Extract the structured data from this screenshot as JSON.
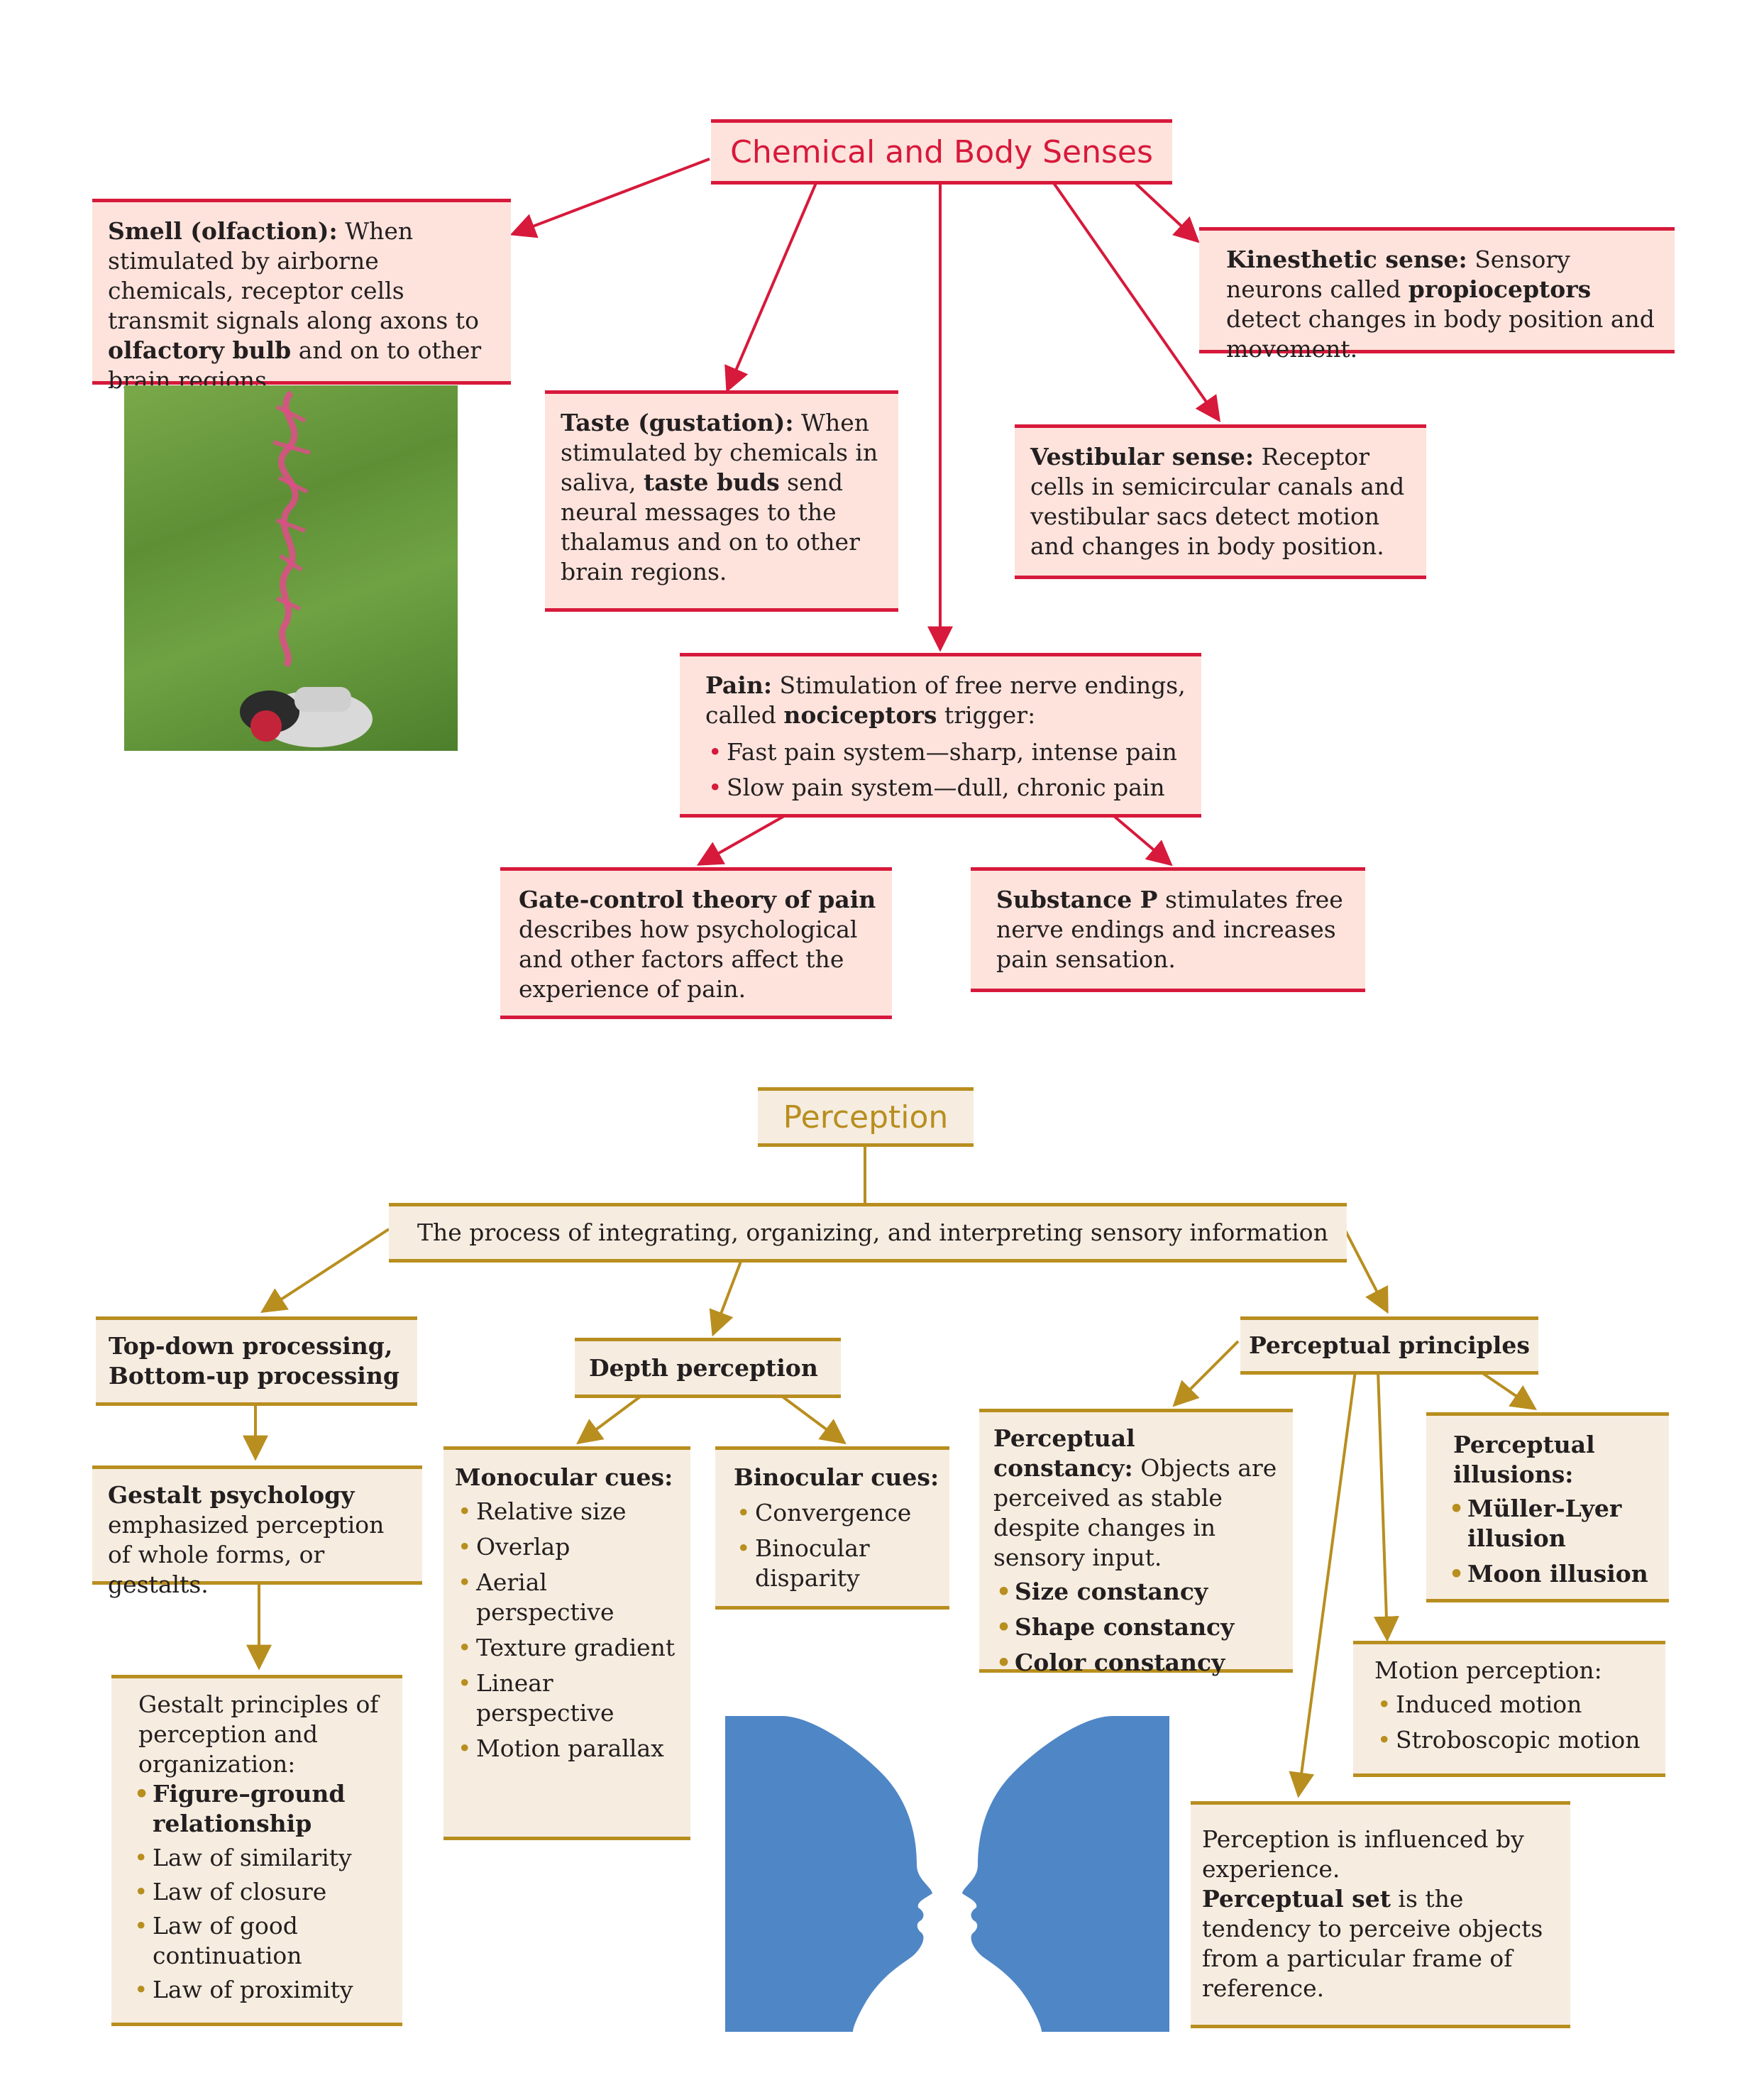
{
  "top": {
    "title": "Chemical and Body Senses",
    "smell": {
      "label": "Smell (olfaction):",
      "text1": " When stimulated by airborne chemicals, receptor cells transmit signals along axons to ",
      "bold": "olfactory bulb",
      "text2": " and on to other brain regions."
    },
    "taste": {
      "label": "Taste (gustation):",
      "text1": " When stimulated by chemicals in saliva, ",
      "bold": "taste buds",
      "text2": " send neural messages to the thalamus and on to other brain regions."
    },
    "kinesthetic": {
      "label": "Kinesthetic sense:",
      "text1": " Sensory neurons called ",
      "bold": "propioceptors",
      "text2": " detect changes in body position and movement."
    },
    "vestibular": {
      "label": "Vestibular sense:",
      "text1": " Receptor cells in semicircular canals and vestibular sacs detect motion and changes in body position."
    },
    "pain": {
      "label": "Pain:",
      "text1": " Stimulation of free nerve endings, called ",
      "bold": "nociceptors",
      "text2": " trigger:",
      "items": [
        "Fast pain system—sharp, intense pain",
        "Slow pain system—dull, chronic pain"
      ]
    },
    "gate": {
      "label": "Gate-control theory of pain",
      "text1": " describes how psychological and other factors affect the experience of pain."
    },
    "substance": {
      "label": "Substance P",
      "text1": " stimulates free nerve endings and increases pain sensation."
    }
  },
  "bottom": {
    "title": "Perception",
    "definition": "The process of integrating, organizing, and interpreting sensory information",
    "topdown": "Top-down processing, Bottom-up processing",
    "gestalt": {
      "label": "Gestalt psychology",
      "text1": " emphasized perception of whole forms, or gestalts."
    },
    "gestalt_principles": {
      "intro": "Gestalt principles of perception and organization:",
      "bold_item": "Figure–ground relationship",
      "items": [
        "Law of similarity",
        "Law of closure",
        "Law of good continuation",
        "Law of proximity"
      ]
    },
    "depth": "Depth perception",
    "monocular": {
      "label": "Monocular cues:",
      "items": [
        "Relative size",
        "Overlap",
        "Aerial perspective",
        "Texture gradient",
        "Linear perspective",
        "Motion parallax"
      ]
    },
    "binocular": {
      "label": "Binocular cues:",
      "items": [
        "Convergence",
        "Binocular disparity"
      ]
    },
    "principles": "Perceptual principles",
    "constancy": {
      "label": "Perceptual constancy:",
      "text1": " Objects are perceived as stable despite changes in sensory input.",
      "items": [
        "Size constancy",
        "Shape constancy",
        "Color constancy"
      ]
    },
    "illusions": {
      "label": "Perceptual illusions:",
      "items": [
        "Müller-Lyer illusion",
        "Moon illusion"
      ]
    },
    "motion": {
      "intro": "Motion perception:",
      "items": [
        "Induced motion",
        "Stroboscopic motion"
      ]
    },
    "set": {
      "text1": "Perception is influenced by experience.",
      "bold": "Perceptual set",
      "text2": " is the tendency to perceive objects from a particular frame of reference."
    }
  },
  "colors": {
    "red": "#d7193b",
    "red_fill": "#fde3dc",
    "gold": "#b88e1f",
    "gold_fill": "#f6ede0",
    "faces": "#4f86c6"
  }
}
